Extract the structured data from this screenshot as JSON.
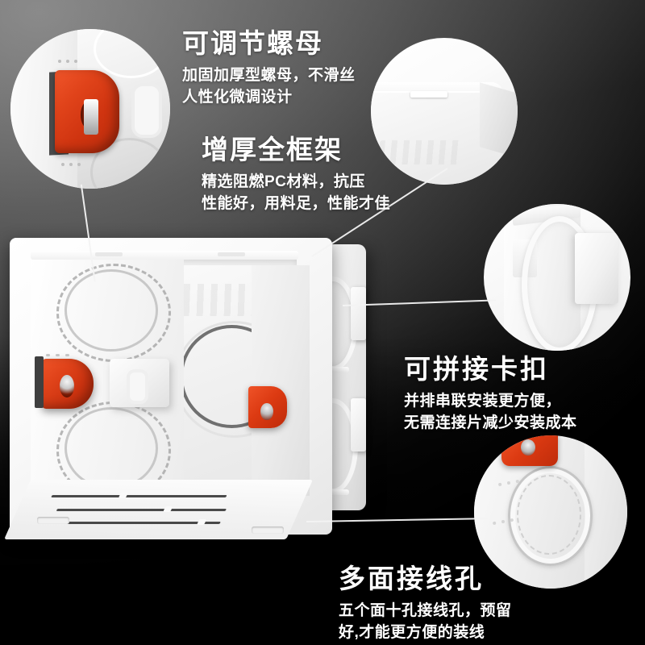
{
  "product": {
    "name": "wall-mount junction box",
    "colors": {
      "accent_orange": "#dc3a12",
      "body_white": "#f4f4f4",
      "background_top": "#808080",
      "background_bottom": "#000000",
      "text": "#ffffff",
      "leader_line": "#f3f3f3"
    }
  },
  "features": [
    {
      "id": "adjustable-nut",
      "heading": "可调节螺母",
      "lines": [
        "加固加厚型螺母，不滑丝",
        "人性化微调设计"
      ]
    },
    {
      "id": "thickened-frame",
      "heading": "增厚全框架",
      "lines": [
        "精选阻燃PC材料，抗压",
        "性能好，用料足，性能才佳"
      ]
    },
    {
      "id": "splice-clip",
      "heading": "可拼接卡扣",
      "lines": [
        "并排串联安装更方便，",
        "无需连接片减少安装成本"
      ]
    },
    {
      "id": "multi-face-holes",
      "heading": "多面接线孔",
      "lines": [
        "五个面十孔接线孔，预留",
        "好,才能更方便的装线"
      ]
    }
  ],
  "callouts": [
    {
      "id": "callout-adjustable-nut",
      "shows": "orange adjustable nut macro"
    },
    {
      "id": "callout-thickened-frame",
      "shows": "thick frame corner macro"
    },
    {
      "id": "callout-splice-clip",
      "shows": "side splice clip macro"
    },
    {
      "id": "callout-wiring-hole",
      "shows": "knockout wiring hole macro"
    }
  ]
}
